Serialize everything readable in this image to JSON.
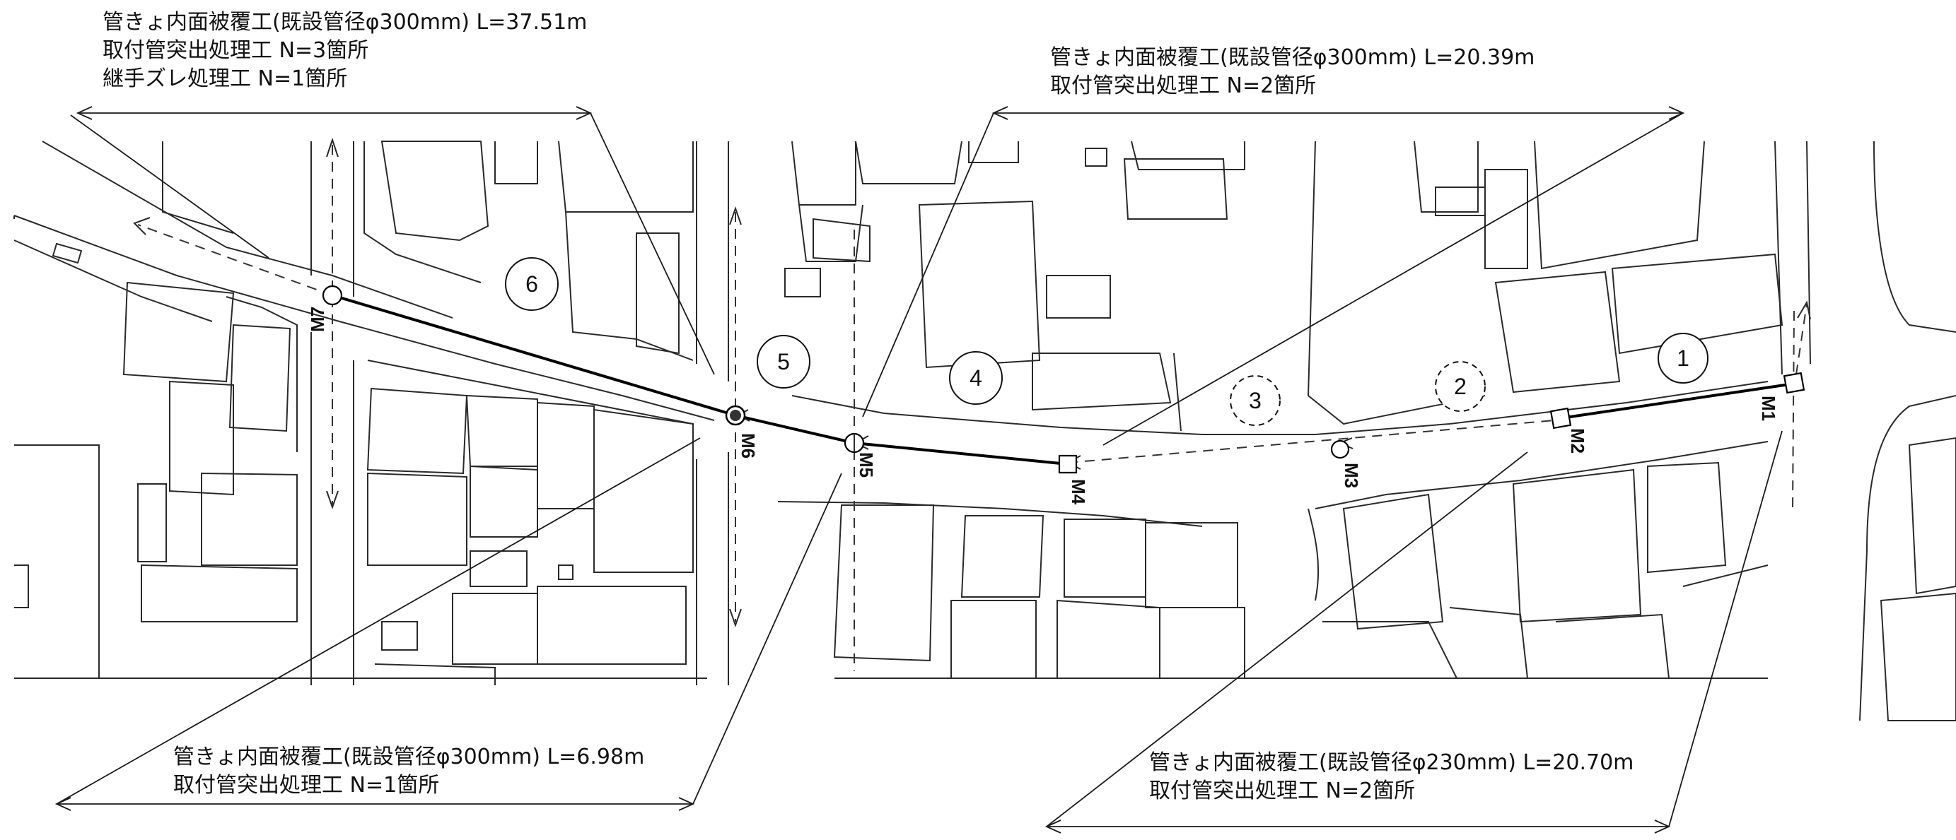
{
  "notes": {
    "top_left": [
      "管きょ内面被覆工(既設管径φ300mm) L=37.51m",
      "取付管突出処理工 N=3箇所",
      "継手ズレ処理工 N=1箇所"
    ],
    "top_right": [
      "管きょ内面被覆工(既設管径φ300mm) L=20.39m",
      "取付管突出処理工 N=2箇所"
    ],
    "bottom_left": [
      "管きょ内面被覆工(既設管径φ300mm) L=6.98m",
      "取付管突出処理工 N=1箇所"
    ],
    "bottom_right": [
      "管きょ内面被覆工(既設管径φ230mm) L=20.70m",
      "取付管突出処理工 N=2箇所"
    ]
  },
  "manholes": [
    "M1",
    "M2",
    "M3",
    "M4",
    "M5",
    "M6",
    "M7"
  ],
  "zones": [
    "1",
    "2",
    "3",
    "4",
    "5",
    "6"
  ]
}
